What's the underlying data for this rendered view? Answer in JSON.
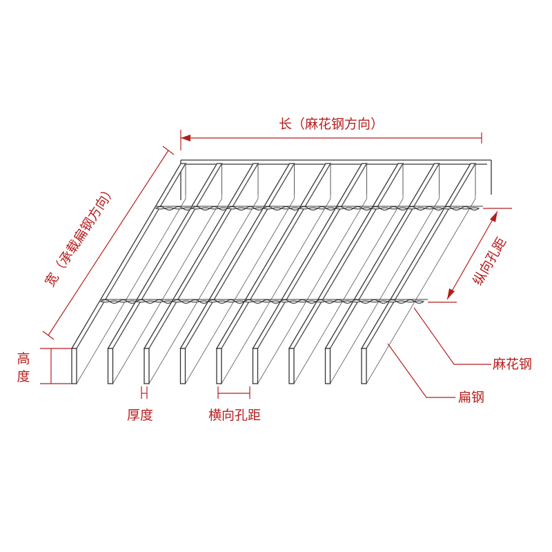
{
  "labels": {
    "length": "长（麻花钢方向）",
    "width": "宽（承载扁钢方向）",
    "height_line1": "高",
    "height_line2": "度",
    "thickness": "厚度",
    "cross_pitch": "横向孔距",
    "longitudinal_pitch": "纵向孔距",
    "twisted_bar": "麻花钢",
    "flat_bar": "扁钢"
  },
  "colors": {
    "annotation": "#b71c1c",
    "line": "#333333",
    "background": "#ffffff"
  },
  "bar_count": 9
}
